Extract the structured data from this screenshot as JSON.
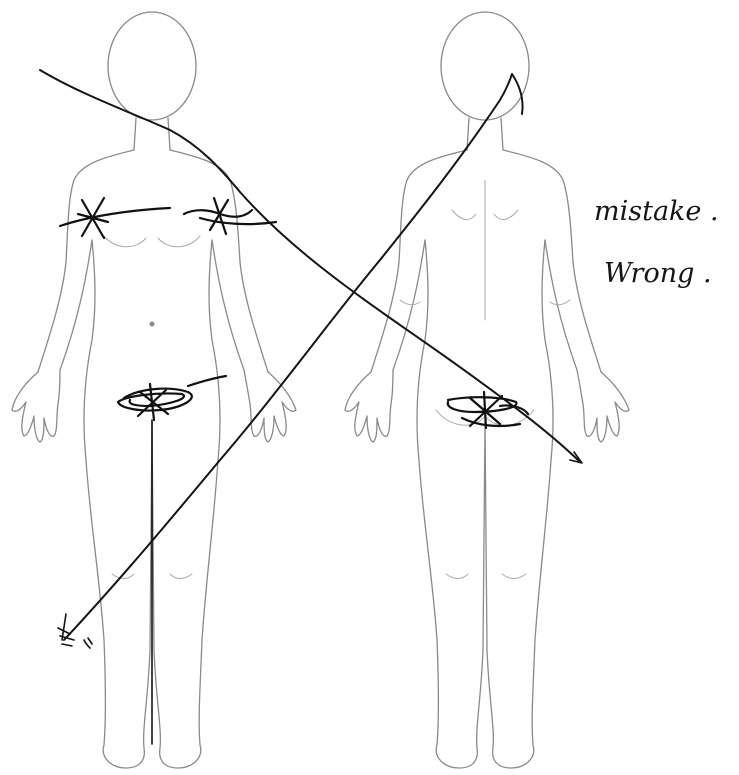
{
  "notes": {
    "line1": "mistake .",
    "line2": "Wrong ."
  },
  "figures": {
    "front": {
      "view": "front"
    },
    "back": {
      "view": "back"
    }
  },
  "annotations": {
    "cross_out_count": 2,
    "marked_regions": [
      "left-chest",
      "right-chest",
      "pubic-area",
      "buttocks"
    ],
    "ink_color": "#141414"
  }
}
